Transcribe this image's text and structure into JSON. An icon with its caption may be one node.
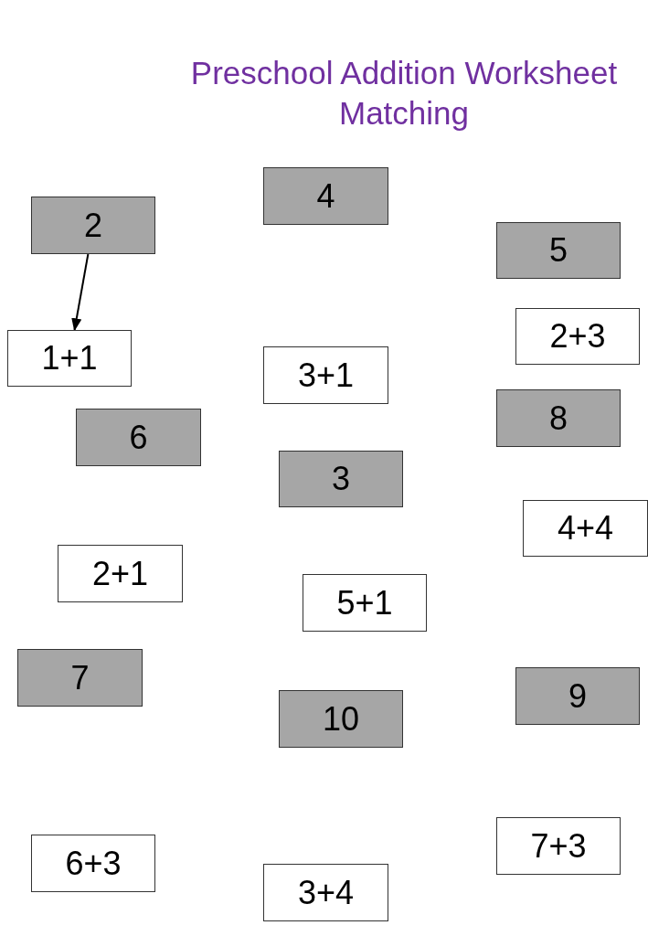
{
  "diagram": {
    "title": "Preschool Addition Worksheet Matching",
    "nodes": [
      {
        "text": [
          "4"
        ]
      },
      {
        "text": [
          "2"
        ]
      },
      {
        "text": [
          "5"
        ]
      },
      {
        "text": [
          "2+3"
        ]
      },
      {
        "text": [
          "1+1"
        ]
      },
      {
        "text": [
          "3+1"
        ]
      },
      {
        "text": [
          "8"
        ]
      },
      {
        "text": [
          "6"
        ]
      },
      {
        "text": [
          "3"
        ]
      },
      {
        "text": [
          "4+4"
        ]
      },
      {
        "text": [
          "2+1"
        ]
      },
      {
        "text": [
          "5+1"
        ]
      },
      {
        "text": [
          "7"
        ]
      },
      {
        "text": [
          "9"
        ]
      },
      {
        "text": [
          "10"
        ]
      },
      {
        "text": [
          "7+3"
        ]
      },
      {
        "text": [
          "6+3"
        ]
      },
      {
        "text": [
          "3+4"
        ]
      }
    ],
    "edges": [
      {
        "from": 1,
        "to": 4,
        "arrow": "to"
      }
    ]
  }
}
